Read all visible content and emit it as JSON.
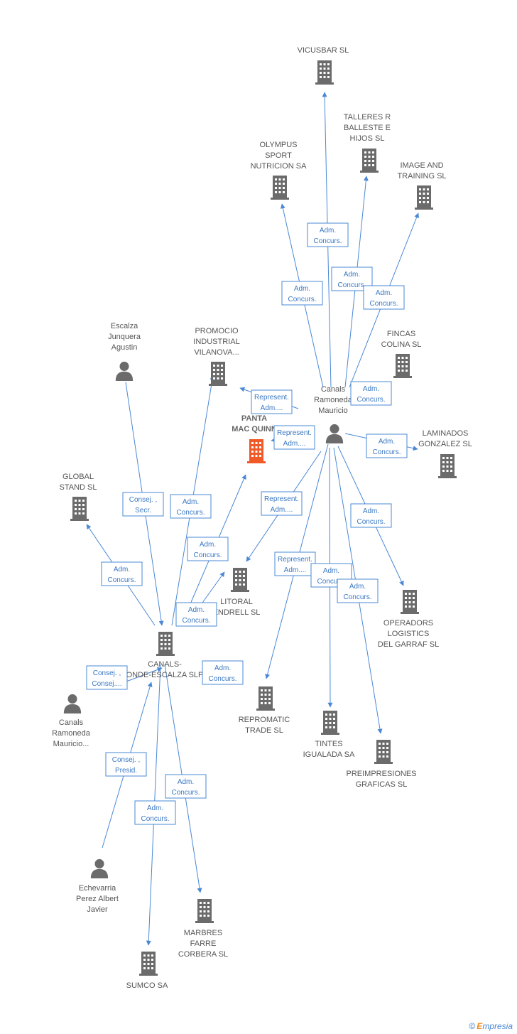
{
  "colors": {
    "edge": "#4a88d6",
    "edge_text": "#3a78c4",
    "company": "#6b6b6b",
    "company_highlight": "#f05a28",
    "person": "#6b6b6b",
    "label": "#555555"
  },
  "nodes": [
    {
      "id": "vicusbar",
      "type": "company",
      "label": [
        "VICUSBAR SL"
      ]
    },
    {
      "id": "talleres",
      "type": "company",
      "label": [
        "TALLERES R",
        "BALLESTE E",
        "HIJOS SL"
      ]
    },
    {
      "id": "olympus",
      "type": "company",
      "label": [
        "OLYMPUS",
        "SPORT",
        "NUTRICION SA"
      ]
    },
    {
      "id": "image",
      "type": "company",
      "label": [
        "IMAGE AND",
        "TRAINING SL"
      ]
    },
    {
      "id": "fincas",
      "type": "company",
      "label": [
        "FINCAS",
        "COLINA SL"
      ]
    },
    {
      "id": "canals1",
      "type": "person",
      "label": [
        "Canals",
        "Ramoneda",
        "Mauricio"
      ]
    },
    {
      "id": "laminados",
      "type": "company",
      "label": [
        "LAMINADOS",
        "GONZALEZ SL"
      ]
    },
    {
      "id": "panta",
      "type": "company",
      "highlight": true,
      "label": [
        "PANTA",
        "MAC QUINN"
      ]
    },
    {
      "id": "promocio",
      "type": "company",
      "label": [
        "PROMOCIO",
        "INDUSTRIAL",
        "VILANOVA..."
      ]
    },
    {
      "id": "escalza",
      "type": "person",
      "label": [
        "Escalza",
        "Junquera",
        "Agustin"
      ]
    },
    {
      "id": "global",
      "type": "company",
      "label": [
        "GLOBAL",
        "STAND SL"
      ]
    },
    {
      "id": "litoral",
      "type": "company",
      "label": [
        "LITORAL",
        "ENDRELL SL"
      ]
    },
    {
      "id": "operadors",
      "type": "company",
      "label": [
        "OPERADORS",
        "LOGISTICS",
        "DEL GARRAF SL"
      ]
    },
    {
      "id": "canalsconde",
      "type": "company",
      "label": [
        "CANALS-",
        "ONDE-ESCALZA SLP"
      ]
    },
    {
      "id": "canals2",
      "type": "person",
      "label": [
        "Canals",
        "Ramoneda",
        "Mauricio..."
      ]
    },
    {
      "id": "repromatic",
      "type": "company",
      "label": [
        "REPROMATIC",
        "TRADE SL"
      ]
    },
    {
      "id": "tintes",
      "type": "company",
      "label": [
        "TINTES",
        "IGUALADA SA"
      ]
    },
    {
      "id": "preimpresiones",
      "type": "company",
      "label": [
        "PREIMPRESIONES",
        "GRAFICAS SL"
      ]
    },
    {
      "id": "echevarria",
      "type": "person",
      "label": [
        "Echevarria",
        "Perez Albert",
        "Javier"
      ]
    },
    {
      "id": "marbres",
      "type": "company",
      "label": [
        "MARBRES",
        "FARRE",
        "CORBERA SL"
      ]
    },
    {
      "id": "sumco",
      "type": "company",
      "label": [
        "SUMCO SA"
      ]
    }
  ],
  "edges": [
    {
      "from": "canals1",
      "to": "vicusbar",
      "label": [
        "Adm.",
        "Concurs."
      ]
    },
    {
      "from": "canals1",
      "to": "talleres",
      "label": [
        "Adm.",
        "Concurs."
      ]
    },
    {
      "from": "canals1",
      "to": "olympus",
      "label": [
        "Adm.",
        "Concurs."
      ]
    },
    {
      "from": "canals1",
      "to": "image",
      "label": [
        "Adm.",
        "Concurs."
      ]
    },
    {
      "from": "canals1",
      "to": "fincas",
      "label": [
        "Adm.",
        "Concurs."
      ]
    },
    {
      "from": "canals1",
      "to": "laminados",
      "label": [
        "Adm.",
        "Concurs."
      ]
    },
    {
      "from": "canals1",
      "to": "promocio",
      "label": [
        "Represent.",
        "Adm...."
      ]
    },
    {
      "from": "canals1",
      "to": "panta",
      "label": [
        "Represent.",
        "Adm...."
      ]
    },
    {
      "from": "canals1",
      "to": "litoral",
      "label": [
        "Represent.",
        "Adm...."
      ]
    },
    {
      "from": "canals1",
      "to": "repromatic",
      "label": [
        "Represent.",
        "Adm...."
      ]
    },
    {
      "from": "canals1",
      "to": "tintes",
      "label": [
        "Adm.",
        "Concurs."
      ]
    },
    {
      "from": "canals1",
      "to": "preimpresiones",
      "label": [
        "Adm.",
        "Concurs."
      ]
    },
    {
      "from": "canals1",
      "to": "operadors",
      "label": [
        "Adm.",
        "Concurs."
      ]
    },
    {
      "from": "escalza",
      "to": "canalsconde",
      "label": [
        "Consej. ,",
        "Secr."
      ]
    },
    {
      "from": "canalsconde",
      "to": "promocio",
      "label": [
        "Adm.",
        "Concurs."
      ]
    },
    {
      "from": "canalsconde",
      "to": "panta",
      "label": [
        "Adm.",
        "Concurs."
      ]
    },
    {
      "from": "canalsconde",
      "to": "global",
      "label": [
        "Adm.",
        "Concurs."
      ]
    },
    {
      "from": "canalsconde",
      "to": "litoral",
      "label": [
        "Adm.",
        "Concurs."
      ]
    },
    {
      "from": "canals2",
      "to": "canalsconde",
      "label": [
        "Consej. ,",
        "Consej...."
      ]
    },
    {
      "from": "canalsconde",
      "to": "canalsconde_self",
      "label": [
        "Adm.",
        "Concurs."
      ]
    },
    {
      "from": "echevarria",
      "to": "canalsconde",
      "label": [
        "Consej. ,",
        "Presid."
      ]
    },
    {
      "from": "canalsconde",
      "to": "marbres",
      "label": [
        "Adm.",
        "Concurs."
      ]
    },
    {
      "from": "canalsconde",
      "to": "sumco",
      "label": [
        "Adm.",
        "Concurs."
      ]
    }
  ],
  "footer": {
    "copyright": "©",
    "brand_initial": "E",
    "brand_rest": "mpresia"
  }
}
